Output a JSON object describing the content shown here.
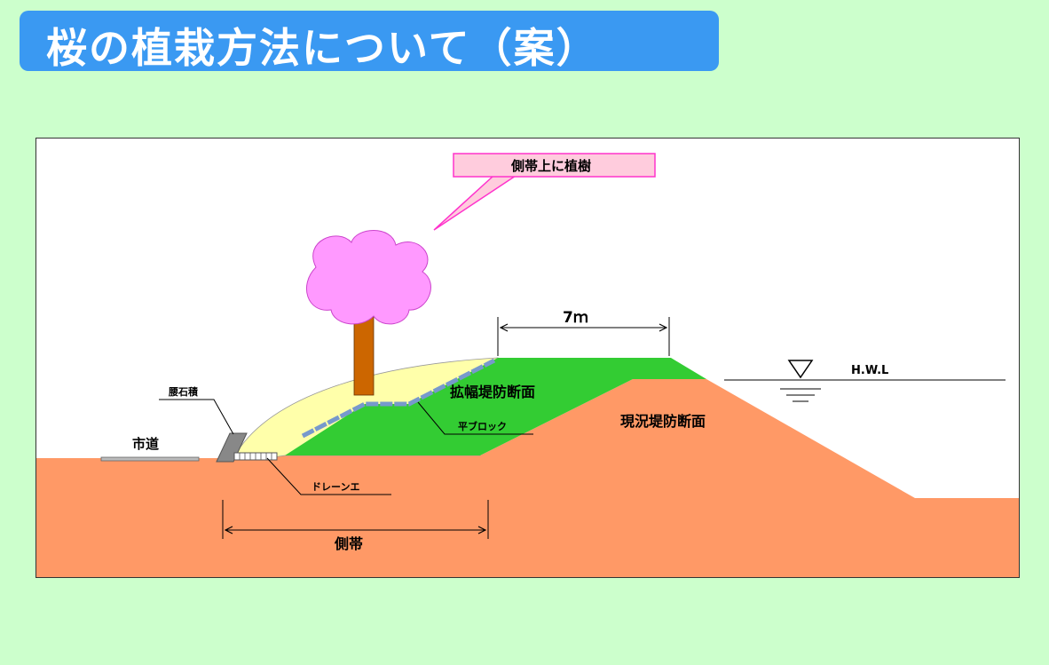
{
  "title": "桜の植栽方法について（案）",
  "diagram": {
    "callout": "側帯上に植樹",
    "width_label": "7ｍ",
    "hwl_label": "H.W.L",
    "widened_levee_label": "拡幅堤防断面",
    "existing_levee_label": "現況堤防断面",
    "flat_block_label": "平ブロック",
    "retaining_stone_label": "腰石積",
    "city_road_label": "市道",
    "drain_label": "ドレーンエ",
    "side_band_label": "側帯"
  },
  "colors": {
    "background": "#ccffcc",
    "title_bar": "#3a99f2",
    "earth": "#ff9966",
    "widened_levee": "#33cc33",
    "side_band_fill": "#ffffaa",
    "tree_crown": "#ff99ff",
    "tree_trunk": "#cc6600",
    "callout_border": "#ff33cc",
    "callout_fill": "#ffccdd"
  }
}
